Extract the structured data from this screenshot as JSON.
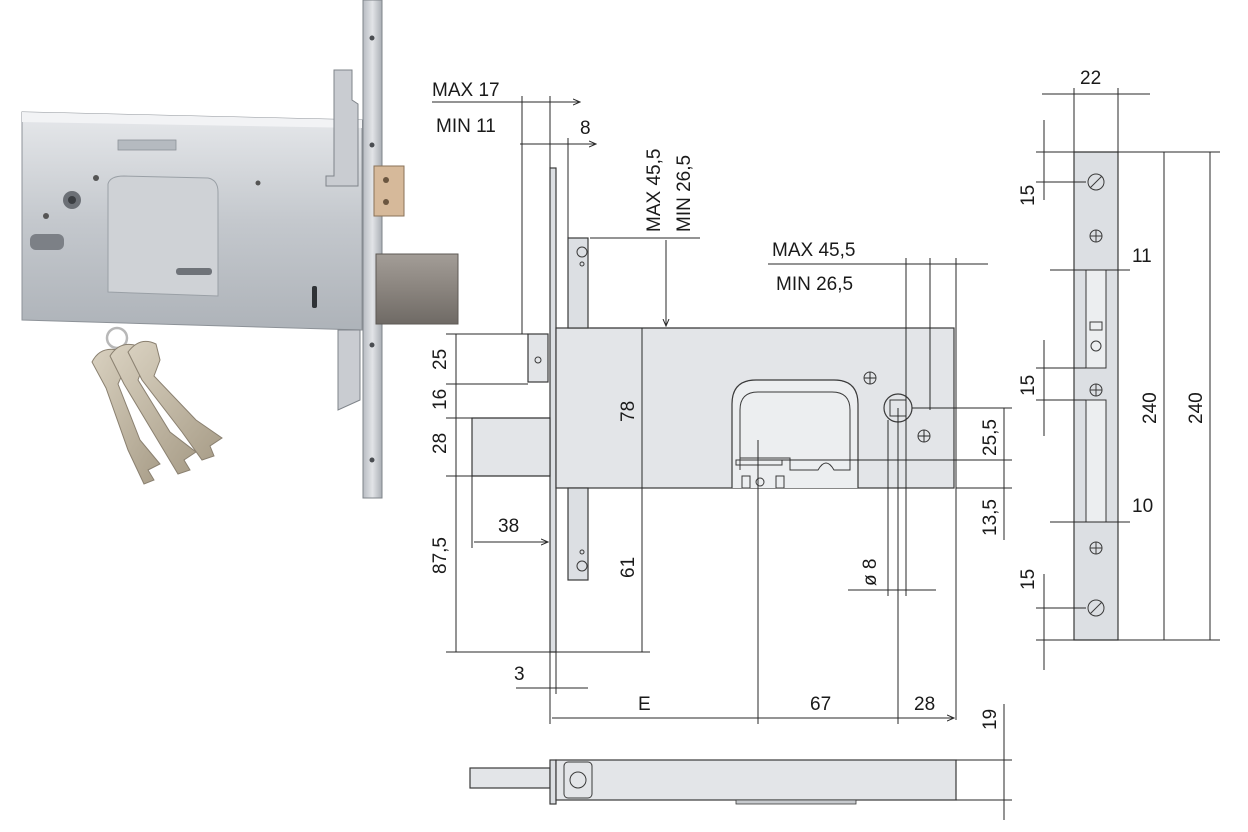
{
  "labels": {
    "max17": "MAX 17",
    "min11": "MIN 11",
    "d8": "8",
    "max45_vertical": "MAX 45,5",
    "min26_vertical": "MIN 26,5",
    "max45_horizontal": "MAX 45,5",
    "min26_horizontal": "MIN 26,5",
    "d25": "25",
    "d16": "16",
    "d28_left": "28",
    "d78": "78",
    "d38": "38",
    "d87": "87,5",
    "d61": "61",
    "d3": "3",
    "dE": "E",
    "d67": "67",
    "d28_bottom": "28",
    "d19": "19",
    "d25_5": "25,5",
    "d13_5": "13,5",
    "dia8": "ø 8",
    "d22": "22",
    "d15_top": "15",
    "d11": "11",
    "d15_mid": "15",
    "d10": "10",
    "d15_bottom": "15",
    "d240_inner": "240",
    "d240_outer": "240"
  },
  "colors": {
    "metal": "#c9ccd1",
    "metal_dark": "#9ea3aa",
    "bolt": "#8f8a85",
    "line": "#2a2a2a"
  }
}
